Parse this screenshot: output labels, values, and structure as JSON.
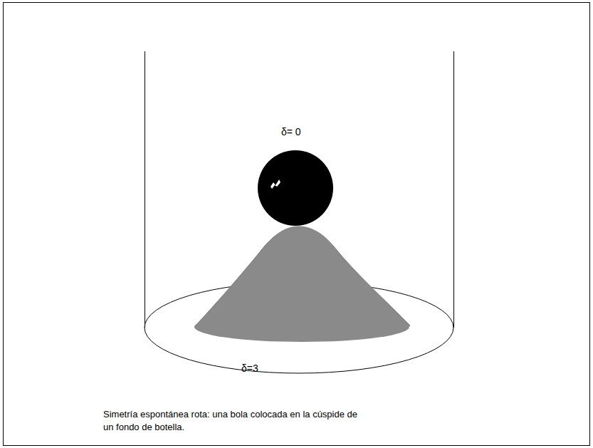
{
  "diagram": {
    "caption": "Simetría espontánea rota: una bola colocada en la cúspide de un fondo de botella.",
    "labels": [
      "δ= 0",
      "δ=3"
    ]
  }
}
